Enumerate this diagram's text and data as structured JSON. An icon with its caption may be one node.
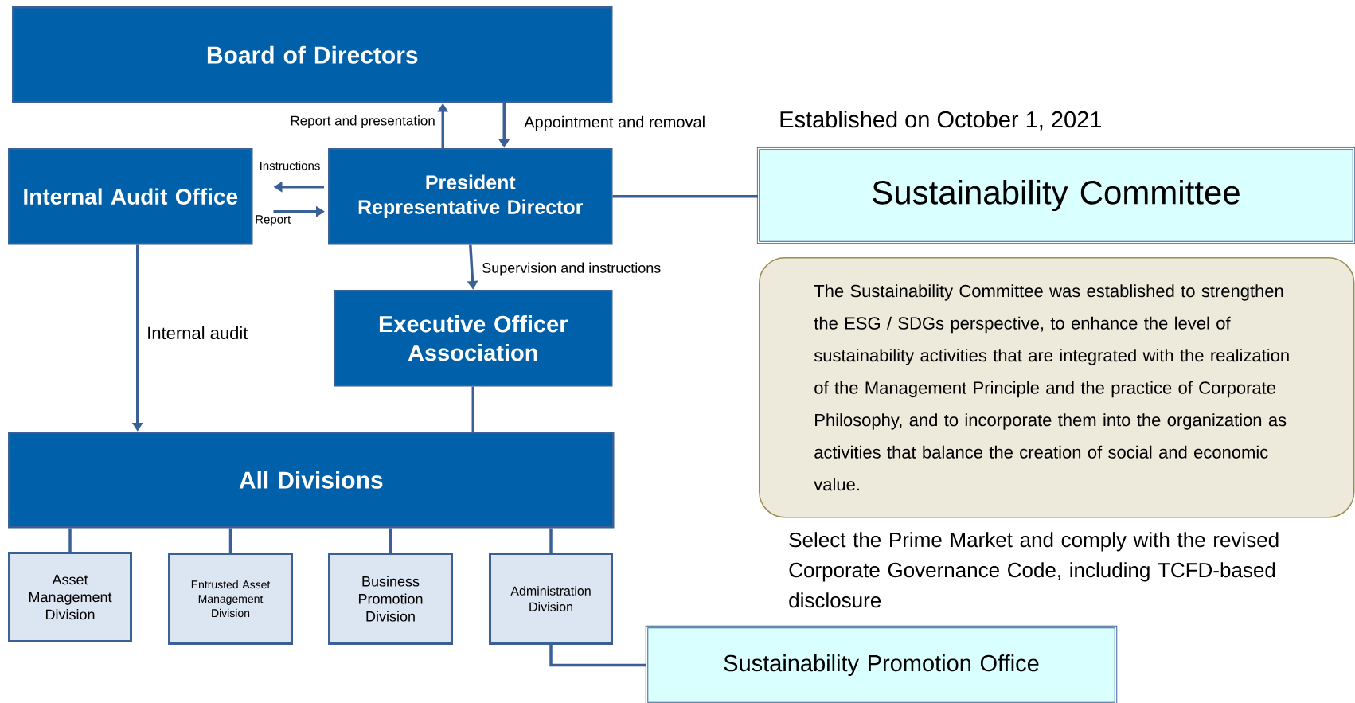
{
  "diagram": {
    "nodes": [
      {
        "text": [
          "Board of Directors"
        ]
      },
      {
        "text": [
          "Internal Audit Office"
        ]
      },
      {
        "text": [
          "President",
          "Representative Director"
        ]
      },
      {
        "text": [
          "Executive Officer Association"
        ]
      },
      {
        "text": [
          "All Divisions"
        ]
      },
      {
        "text": [
          "Asset Management Division"
        ]
      },
      {
        "text": [
          "Entrusted Asset Management Division"
        ]
      },
      {
        "text": [
          "Business Promotion Division"
        ]
      },
      {
        "text": [
          "Administration Division"
        ]
      },
      {
        "text": [
          "Sustainability Committee"
        ],
        "beside": [
          "Established on October 1, 2021"
        ]
      },
      {
        "text": [
          "The Sustainability Committee was established to strengthen the ESG / SDGs perspective, to enhance the level of sustainability activities that are integrated with the realization of the Management Principle and the practice of Corporate Philosophy, and to incorporate them into the organization as activities that balance the creation of social and economic value."
        ]
      },
      {
        "text": [
          "Sustainability Promotion Office"
        ]
      }
    ],
    "edges": [
      {
        "from": 2,
        "to": 0,
        "arrow": "to",
        "label": "Report and presentation"
      },
      {
        "from": 0,
        "to": 2,
        "arrow": "to",
        "label": "Appointment and removal"
      },
      {
        "from": 2,
        "to": 1,
        "arrow": "to",
        "label": "Instructions"
      },
      {
        "from": 1,
        "to": 2,
        "arrow": "to",
        "label": "Report"
      },
      {
        "from": 2,
        "to": 3,
        "arrow": "to",
        "label": "Supervision and instructions"
      },
      {
        "from": 1,
        "to": 4,
        "arrow": "to",
        "label": "Internal audit"
      },
      {
        "from": 3,
        "to": 4,
        "arrow": "none"
      },
      {
        "from": 4,
        "to": 5,
        "arrow": "none"
      },
      {
        "from": 4,
        "to": 6,
        "arrow": "none"
      },
      {
        "from": 4,
        "to": 7,
        "arrow": "none"
      },
      {
        "from": 4,
        "to": 8,
        "arrow": "none"
      },
      {
        "from": 2,
        "to": 9,
        "arrow": "none"
      },
      {
        "from": 8,
        "to": 11,
        "arrow": "none"
      }
    ],
    "labels": [
      "Select the Prime Market and comply with the revised Corporate Governance Code, including TCFD-based disclosure"
    ]
  }
}
